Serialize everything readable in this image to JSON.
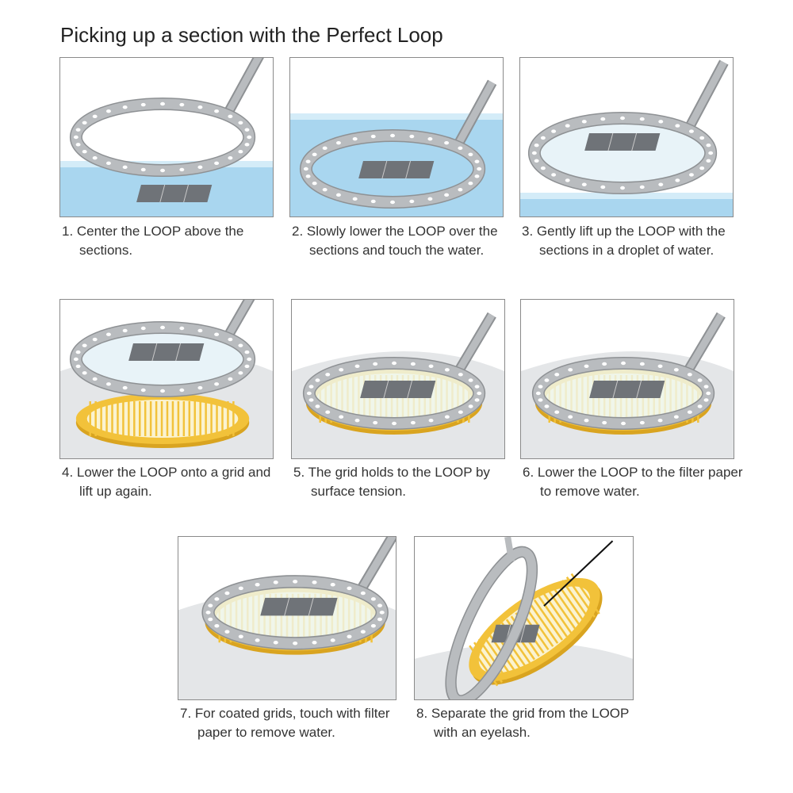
{
  "title": "Picking up a section with the Perfect Loop",
  "steps": [
    {
      "caption": "1. Center the LOOP above the sections.",
      "scene": "water-above"
    },
    {
      "caption": "2. Slowly lower the LOOP over the sections and touch the water.",
      "scene": "water-touch"
    },
    {
      "caption": "3. Gently lift up the LOOP with the sections in a droplet of water.",
      "scene": "water-lift"
    },
    {
      "caption": "4. Lower the LOOP onto a grid and lift up again.",
      "scene": "grid-above"
    },
    {
      "caption": "5. The grid holds to the LOOP by surface tension.",
      "scene": "grid-held"
    },
    {
      "caption": "6. Lower the LOOP to the filter paper to remove water.",
      "scene": "filter"
    },
    {
      "caption": "7. For coated grids, touch with filter paper to remove water.",
      "scene": "filter-edge"
    },
    {
      "caption": "8. Separate the grid from the LOOP with an eyelash.",
      "scene": "eyelash"
    }
  ],
  "colors": {
    "water": "#a9d6ef",
    "loop": "#b9bcbf",
    "grid": "#f2c23a",
    "section": "#6f7378",
    "paper": "#e4e6e8"
  }
}
